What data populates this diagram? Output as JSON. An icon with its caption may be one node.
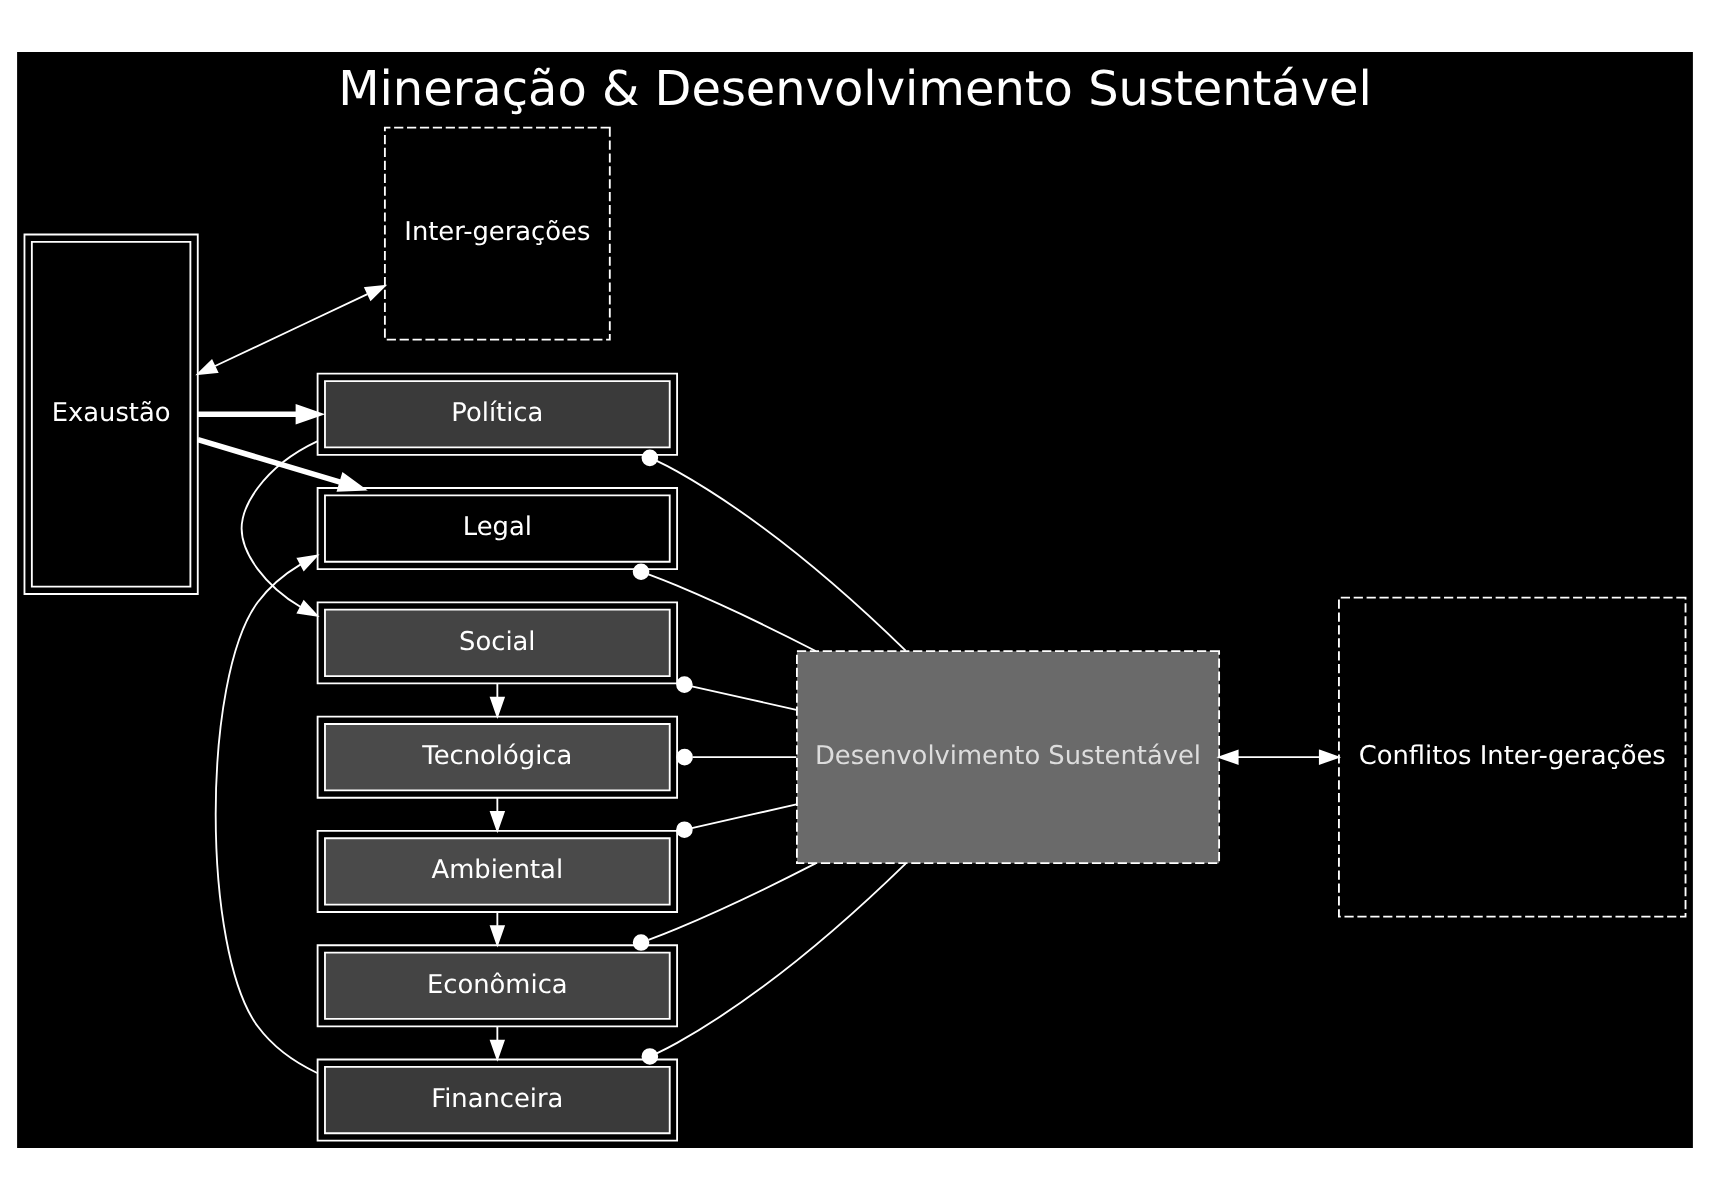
{
  "diagram": {
    "title": "Mineração & Desenvolvimento Sustentável",
    "nodes": [
      {
        "text": [
          "Exaustão"
        ]
      },
      {
        "text": [
          "Inter-gerações"
        ]
      },
      {
        "text": [
          "Política"
        ]
      },
      {
        "text": [
          "Social"
        ]
      },
      {
        "text": [
          "Tecnológica"
        ]
      },
      {
        "text": [
          "Ambiental"
        ]
      },
      {
        "text": [
          "Econômica"
        ]
      },
      {
        "text": [
          "Financeira"
        ]
      },
      {
        "text": [
          "Legal"
        ]
      },
      {
        "text": [
          "Desenvolvimento Sustentável"
        ]
      },
      {
        "text": [
          "Conflitos Inter-gerações"
        ]
      }
    ],
    "edges": [
      {
        "from": 0,
        "to": 2,
        "arrow": "to",
        "style": "thick"
      },
      {
        "from": 0,
        "to": 8,
        "arrow": "to",
        "style": "thick"
      },
      {
        "from": 0,
        "to": 1,
        "arrow": "both"
      },
      {
        "from": 2,
        "to": 3,
        "arrow": "to"
      },
      {
        "from": 3,
        "to": 4,
        "arrow": "to"
      },
      {
        "from": 4,
        "to": 5,
        "arrow": "to"
      },
      {
        "from": 5,
        "to": 6,
        "arrow": "to"
      },
      {
        "from": 6,
        "to": 7,
        "arrow": "to"
      },
      {
        "from": 7,
        "to": 8,
        "arrow": "to"
      },
      {
        "from": 2,
        "to": 9,
        "arrow": "other"
      },
      {
        "from": 3,
        "to": 9,
        "arrow": "other"
      },
      {
        "from": 4,
        "to": 9,
        "arrow": "other"
      },
      {
        "from": 5,
        "to": 9,
        "arrow": "other"
      },
      {
        "from": 6,
        "to": 9,
        "arrow": "other"
      },
      {
        "from": 7,
        "to": 9,
        "arrow": "other"
      },
      {
        "from": 8,
        "to": 9,
        "arrow": "other"
      },
      {
        "from": 9,
        "to": 10,
        "arrow": "both"
      }
    ]
  }
}
